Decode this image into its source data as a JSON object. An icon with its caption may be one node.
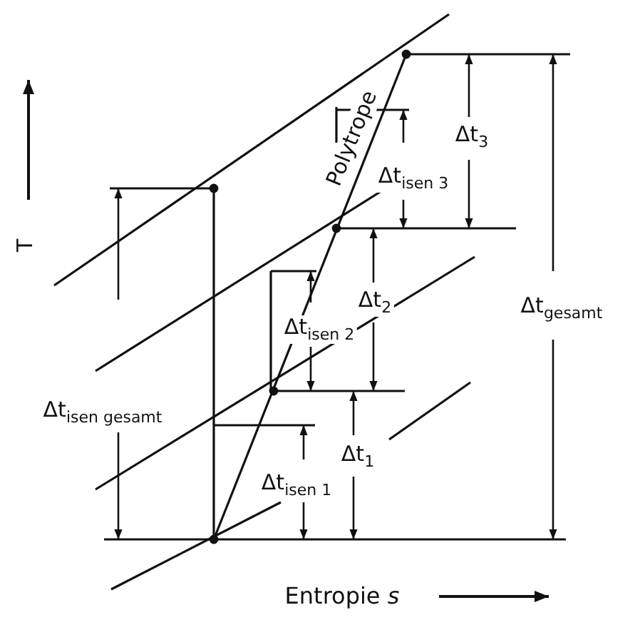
{
  "diagram": {
    "labels": [
      "Polytrope",
      "Δt$_{3}$",
      "Δt$_{isen 3}$",
      "T",
      "Δt$_{2}$",
      "Δt$_{gesamt}$",
      "Δt$_{isen 2}$",
      "Δt$_{isen gesamt}$",
      "Δt$_{1}$",
      "Δt$_{isen 1}$",
      "Entropie *s*"
    ]
  }
}
